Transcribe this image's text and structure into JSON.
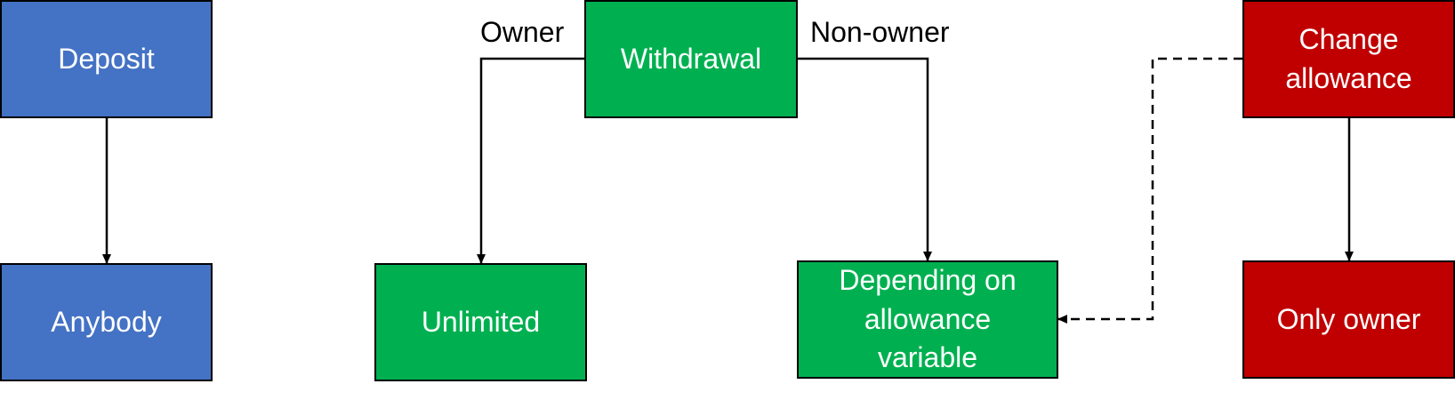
{
  "colors": {
    "blue": "#4472C4",
    "green": "#00B050",
    "red": "#C00000",
    "text_on_box": "#FFFFFF",
    "line": "#000000"
  },
  "nodes": {
    "deposit": "Deposit",
    "anybody": "Anybody",
    "withdrawal": "Withdrawal",
    "unlimited": "Unlimited",
    "depending": "Depending on\nallowance\nvariable",
    "change_allowance": "Change\nallowance",
    "only_owner": "Only owner"
  },
  "edge_labels": {
    "owner": "Owner",
    "non_owner": "Non-owner"
  },
  "edges": [
    {
      "from": "deposit",
      "to": "anybody",
      "style": "solid"
    },
    {
      "from": "withdrawal",
      "to": "unlimited",
      "style": "solid",
      "label": "owner"
    },
    {
      "from": "withdrawal",
      "to": "depending",
      "style": "solid",
      "label": "non_owner"
    },
    {
      "from": "change_allowance",
      "to": "only_owner",
      "style": "solid"
    },
    {
      "from": "change_allowance",
      "to": "depending",
      "style": "dashed"
    }
  ]
}
